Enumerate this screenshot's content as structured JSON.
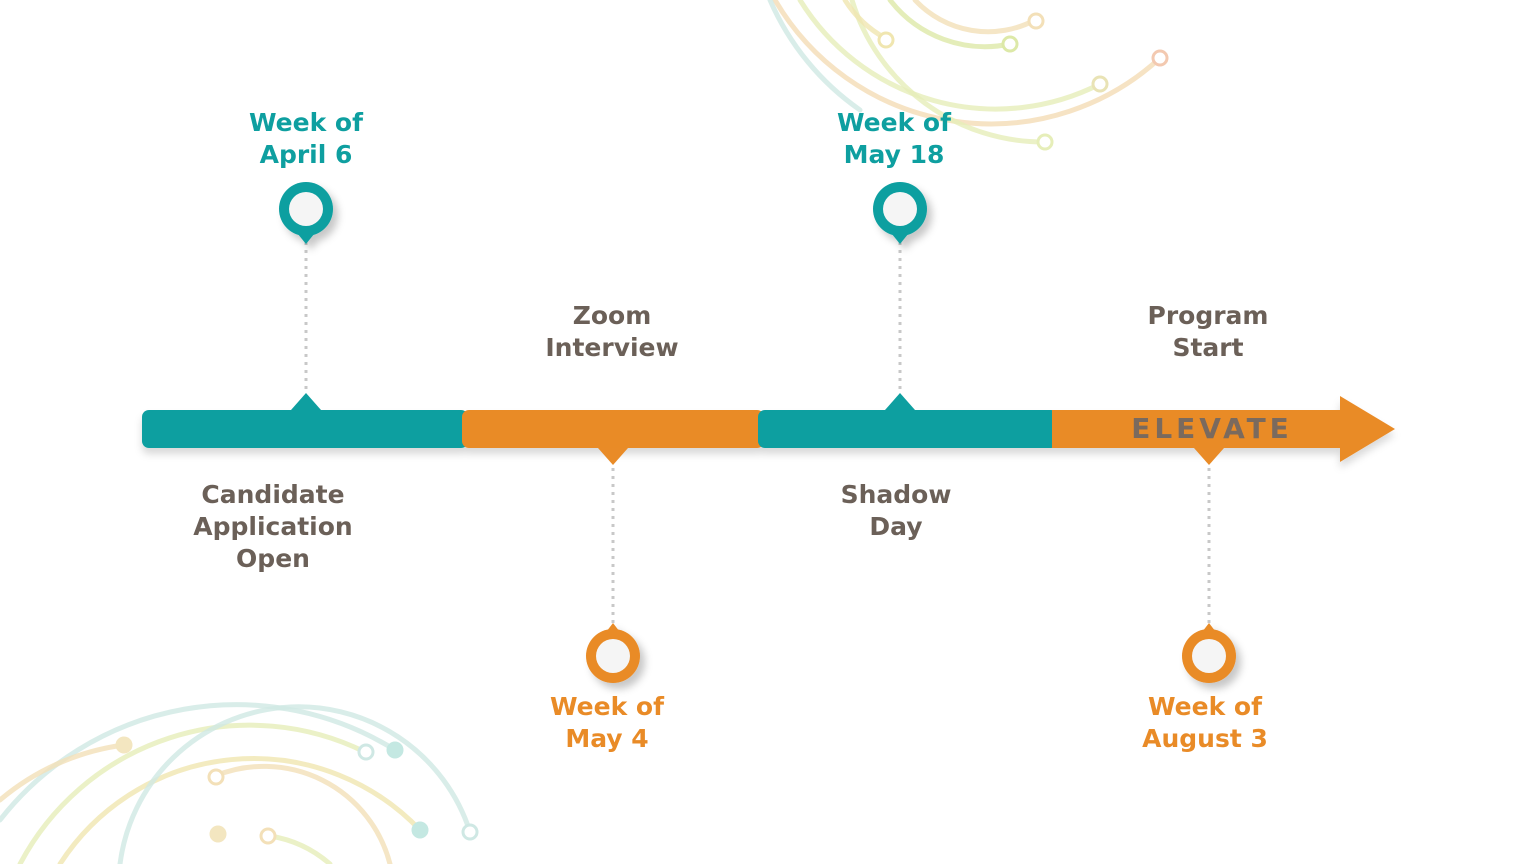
{
  "colors": {
    "teal": "#0e9fa0",
    "orange": "#e98b27",
    "brown": "#6b6058",
    "arrow_text": "#7a6a5e",
    "line_gray": "#c8c8c8",
    "circle_fill": "#f5f5f5"
  },
  "brand": {
    "text": "ELEVATE"
  },
  "milestones": [
    {
      "date": "Week of\nApril 6",
      "event": "Candidate\nApplication\nOpen",
      "color": "teal",
      "marker_side": "top"
    },
    {
      "date": "Week of\nMay 4",
      "event": "Zoom\nInterview",
      "color": "orange",
      "marker_side": "bottom"
    },
    {
      "date": "Week of\nMay 18",
      "event": "Shadow\nDay",
      "color": "teal",
      "marker_side": "top"
    },
    {
      "date": "Week of\nAugust 3",
      "event": "Program\nStart",
      "color": "orange",
      "marker_side": "bottom"
    }
  ]
}
